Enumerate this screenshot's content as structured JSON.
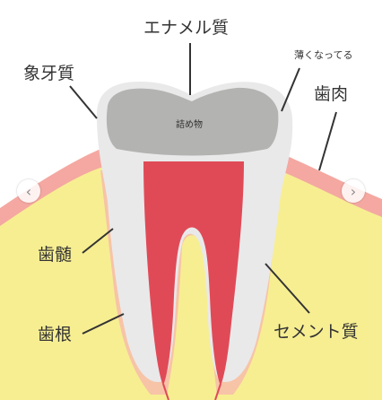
{
  "labels": {
    "enamel": "エナメル質",
    "dentin": "象牙質",
    "thin": "薄くなってる",
    "gum": "歯肉",
    "filling": "詰め物",
    "pulp": "歯髄",
    "root": "歯根",
    "cementum": "セメント質"
  },
  "nav": {
    "prev_glyph": "‹",
    "next_glyph": "›"
  },
  "colors": {
    "gum_outer": "#f4a8a1",
    "gum_inner": "#f7ee92",
    "tooth": "#e9e9ea",
    "pulp": "#e04a57",
    "filling": "#b3b3b1",
    "leader": "#333333"
  }
}
